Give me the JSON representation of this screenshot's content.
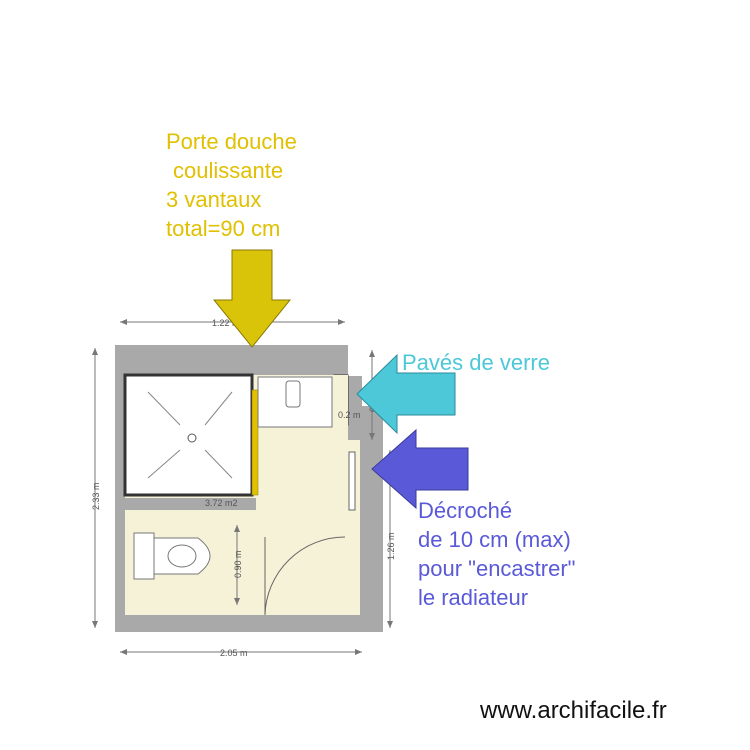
{
  "annotations": {
    "shower_door": [
      "Porte douche",
      "coulissante",
      "3 vantaux",
      "total=90 cm"
    ],
    "glass_blocks": "Pavés de verre",
    "recess": [
      "Décroché",
      "de 10 cm  (max)",
      "pour \"encastrer\"",
      "le radiateur"
    ]
  },
  "dimensions": {
    "top_width": "1.22 m",
    "bottom_width": "2.05 m",
    "left_height": "2.33 m",
    "right_lower_height": "1.26 m",
    "right_upper_height": "0.41 m",
    "alcove_width": "0.2 m",
    "wc_depth": "0.90 m"
  },
  "room_area": "3.72 m2",
  "footer": "www.archifacile.fr",
  "colors": {
    "yellow_text": "#e0c000",
    "yellow_arrow": "#d9c40a",
    "cyan": "#4cc8d8",
    "blue": "#5a5ad8",
    "wall": "#a9a9a9",
    "floor": "#f5f2d8"
  }
}
